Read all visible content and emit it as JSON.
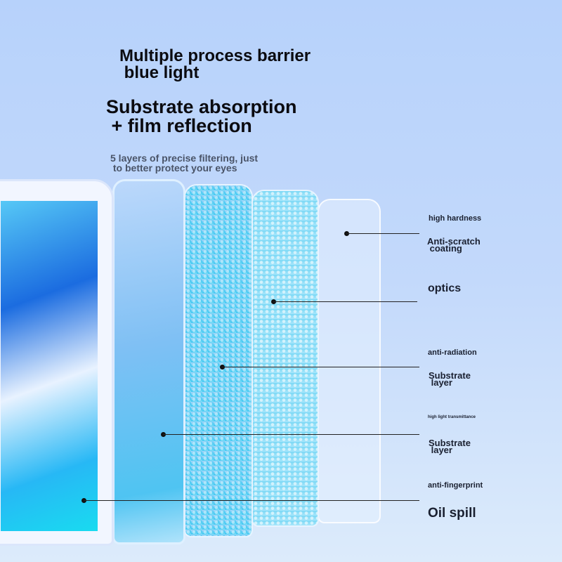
{
  "headline": {
    "line1": "Multiple process barrier",
    "line2": " blue light"
  },
  "title": {
    "line1": "Substrate absorption",
    "line2": " + film reflection"
  },
  "subtitle": {
    "line1": "5 layers of precise filtering, just",
    "line2": " to better protect your eyes"
  },
  "layers": [
    {
      "tag": "high hardness",
      "name": "Anti-scratch\n coating"
    },
    {
      "tag": "optics",
      "name": ""
    },
    {
      "tag": "anti-radiation",
      "name": "Substrate\n layer"
    },
    {
      "tag": "high light transmittance",
      "name": "Substrate\n layer"
    },
    {
      "tag": "anti-fingerprint",
      "name": "Oil spill"
    }
  ],
  "colors": {
    "accent": "#1aa6f5",
    "text": "#0b0b10"
  }
}
